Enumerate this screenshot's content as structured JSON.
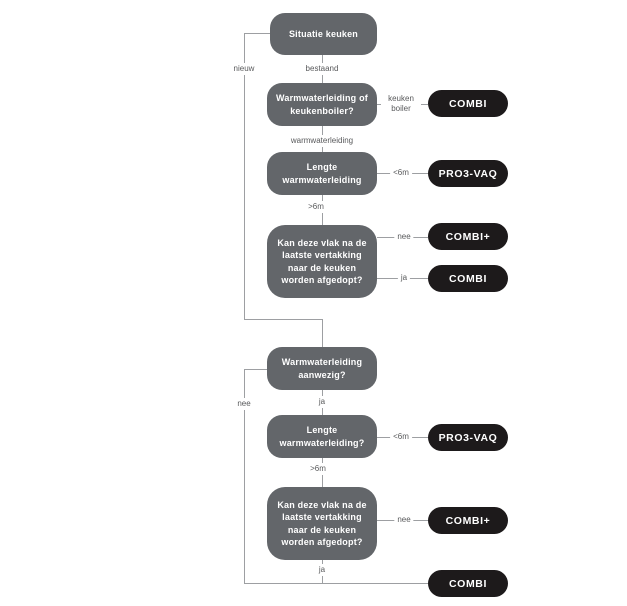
{
  "flowchart": {
    "boxes": {
      "situatie_keuken": "Situatie keuken",
      "warmwaterleiding_of_keukenboiler": "Warmwaterleiding of keukenboiler?",
      "lengte_warmwaterleiding_1": "Lengte warmwaterleiding",
      "afdoppen_1": "Kan deze vlak na de laatste vertakking naar de keuken worden afgedopt?",
      "warmwaterleiding_aanwezig": "Warmwaterleiding aanwezig?",
      "lengte_warmwaterleiding_2": "Lengte warmwaterleiding?",
      "afdoppen_2": "Kan deze vlak na de laatste vertakking naar de keuken worden afgedopt?"
    },
    "outcomes": {
      "combi_1": "COMBI",
      "pro3vaq_1": "PRO3-VAQ",
      "combi_plus_1": "COMBI+",
      "combi_2": "COMBI",
      "pro3vaq_2": "PRO3-VAQ",
      "combi_plus_2": "COMBI+",
      "combi_3": "COMBI"
    },
    "edge_labels": {
      "nieuw": "nieuw",
      "bestaand": "bestaand",
      "keuken_boiler": "keuken boiler",
      "warmwaterleiding": "warmwaterleiding",
      "lt6m_1": "<6m",
      "gt6m_1": ">6m",
      "nee_1": "nee",
      "ja_1": "ja",
      "nee_2": "nee",
      "ja_2": "ja",
      "lt6m_2": "<6m",
      "gt6m_2": ">6m",
      "nee_3": "nee",
      "ja_3": "ja"
    },
    "colors": {
      "box_fill": "#63666a",
      "box_text": "#ffffff",
      "outcome_fill": "#1d1a1b",
      "line": "#9d9fa2",
      "edge_label_text": "#58595b"
    }
  }
}
